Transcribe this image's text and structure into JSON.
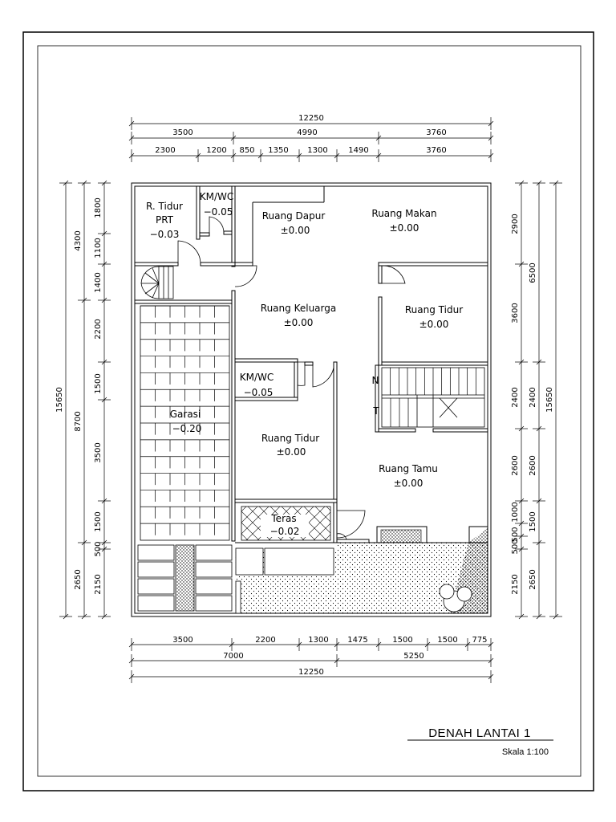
{
  "drawing": {
    "title": "DENAH LANTAI 1",
    "scale": "Skala  1:100"
  },
  "rooms": {
    "tidur_prt": {
      "name1": "R. Tidur",
      "name2": "PRT",
      "elev": "−0.03"
    },
    "kmwc_top": {
      "name": "KM/WC",
      "elev": "−0.05"
    },
    "dapur": {
      "name": "Ruang Dapur",
      "elev": "±0.00"
    },
    "makan": {
      "name": "Ruang Makan",
      "elev": "±0.00"
    },
    "keluarga": {
      "name": "Ruang Keluarga",
      "elev": "±0.00"
    },
    "tidur_right": {
      "name": "Ruang Tidur",
      "elev": "±0.00"
    },
    "kmwc_mid": {
      "name": "KM/WC",
      "elev": "−0.05"
    },
    "garasi": {
      "name": "Garasi",
      "elev": "−0.20"
    },
    "tidur_mid": {
      "name": "Ruang Tidur",
      "elev": "±0.00"
    },
    "tamu": {
      "name": "Ruang Tamu",
      "elev": "±0.00"
    },
    "teras": {
      "name": "Teras",
      "elev": "−0.02"
    }
  },
  "stair_marks": {
    "naik": "N",
    "turun": "T"
  },
  "dimensions": {
    "top_total": "12250",
    "top_row2": [
      "3500",
      "4990",
      "3760"
    ],
    "top_row3": [
      "2300",
      "1200",
      "850",
      "1350",
      "1300",
      "1490",
      "3760"
    ],
    "bottom_row1": [
      "3500",
      "2200",
      "1300",
      "1475",
      "1500",
      "1500",
      "775"
    ],
    "bottom_row2": [
      "7000",
      "5250"
    ],
    "bottom_total": "12250",
    "left_inner": [
      "1800",
      "1100",
      "1400",
      "2200",
      "1500",
      "3500",
      "1500",
      "500",
      "2150"
    ],
    "left_mid": [
      "4300",
      "8700",
      "2650"
    ],
    "left_total": "15650",
    "right_inner": [
      "2900",
      "3600",
      "2400",
      "2600",
      "1000",
      "500",
      "500",
      "2150"
    ],
    "right_mid": [
      "6500",
      "2400",
      "2600",
      "1500",
      "2650"
    ],
    "right_total": "15650"
  }
}
